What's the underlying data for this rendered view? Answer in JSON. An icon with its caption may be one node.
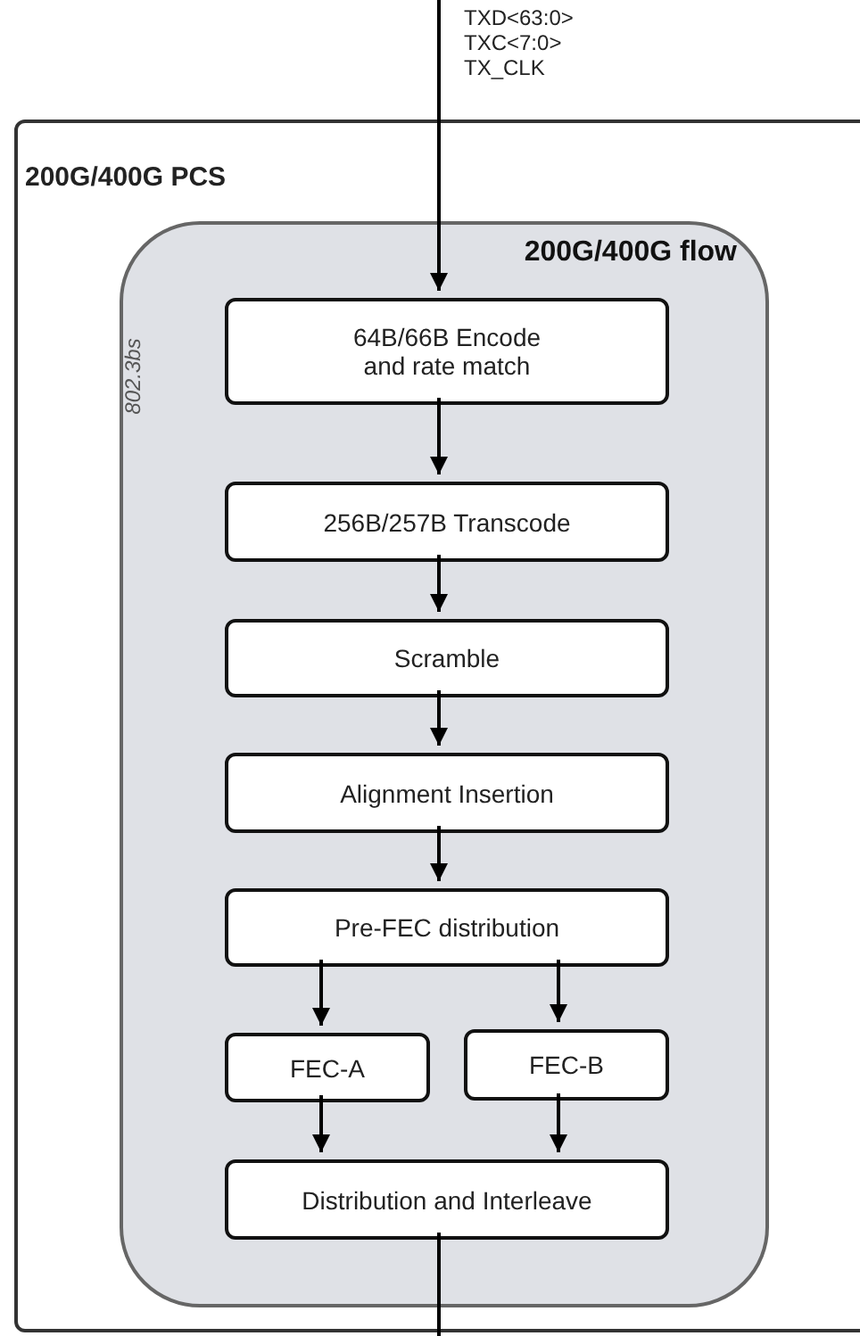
{
  "diagram": {
    "nodes": [
      {
        "text": [
          "200G/400G PCS"
        ]
      },
      {
        "text": [
          "200G/400G flow",
          "802.3bs"
        ],
        "in": 0
      },
      {
        "text": [
          "64B/66B Encode and rate match"
        ],
        "in": 1
      },
      {
        "text": [
          "256B/257B Transcode"
        ],
        "in": 1
      },
      {
        "text": [
          "Scramble"
        ],
        "in": 1
      },
      {
        "text": [
          "Alignment Insertion"
        ],
        "in": 1
      },
      {
        "text": [
          "Pre-FEC distribution"
        ],
        "in": 1
      },
      {
        "text": [
          "FEC-A"
        ],
        "in": 1
      },
      {
        "text": [
          "FEC-B"
        ],
        "in": 1
      },
      {
        "text": [
          "Distribution and Interleave"
        ],
        "in": 1
      }
    ],
    "edges": [
      {
        "from": null,
        "to": 2,
        "arrow": "to",
        "label": "TXD<63:0> TXC<7:0> TX_CLK"
      },
      {
        "from": 2,
        "to": 3,
        "arrow": "to"
      },
      {
        "from": 3,
        "to": 4,
        "arrow": "to"
      },
      {
        "from": 4,
        "to": 5,
        "arrow": "to"
      },
      {
        "from": 5,
        "to": 6,
        "arrow": "to"
      },
      {
        "from": 6,
        "to": 7,
        "arrow": "to"
      },
      {
        "from": 6,
        "to": 8,
        "arrow": "to"
      },
      {
        "from": 7,
        "to": 9,
        "arrow": "to"
      },
      {
        "from": 8,
        "to": 9,
        "arrow": "to"
      },
      {
        "from": 9,
        "to": null,
        "arrow": "none"
      }
    ]
  }
}
